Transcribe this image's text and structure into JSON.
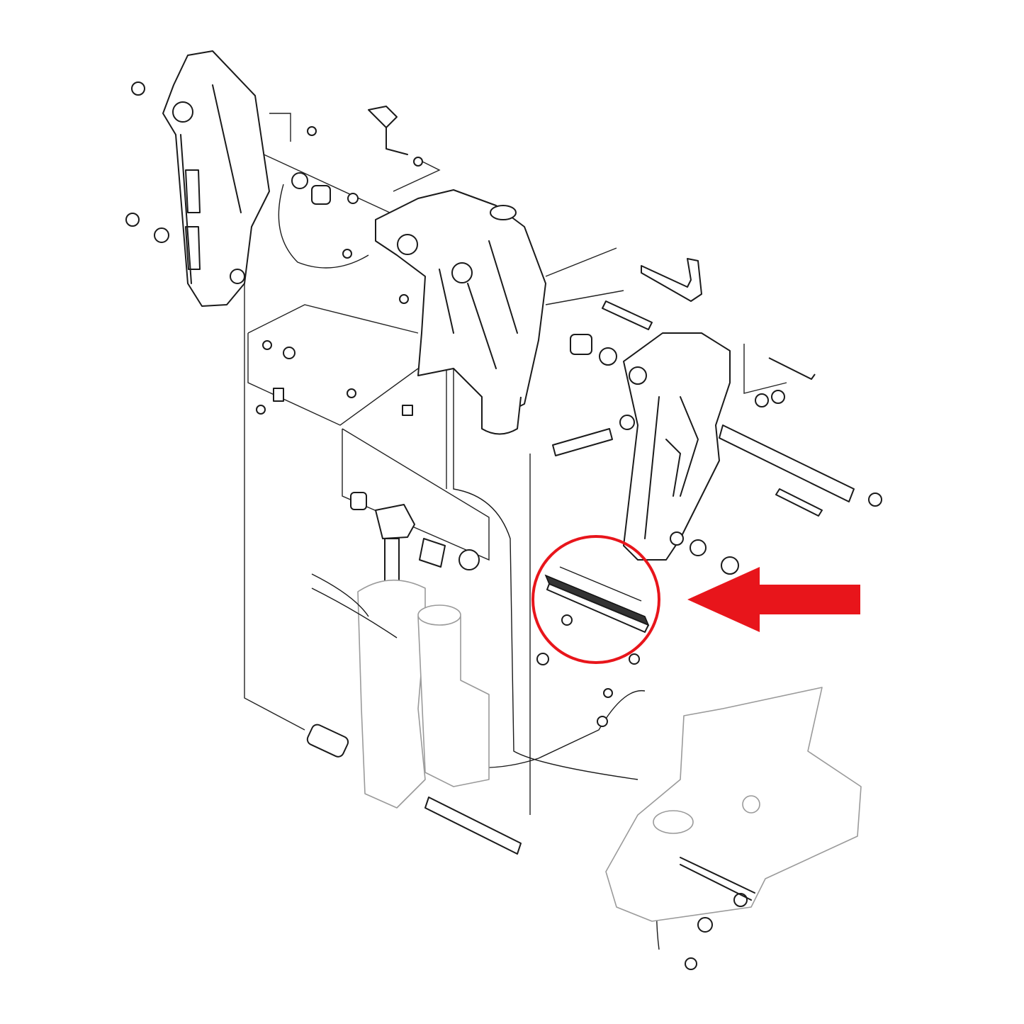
{
  "diagram": {
    "highlight_color": "#e8151b",
    "line_color": "#1a1a1a",
    "background": "#ffffff",
    "highlighted_part": "anode-bar",
    "highlight_markers": [
      "circle",
      "arrow-left"
    ]
  }
}
